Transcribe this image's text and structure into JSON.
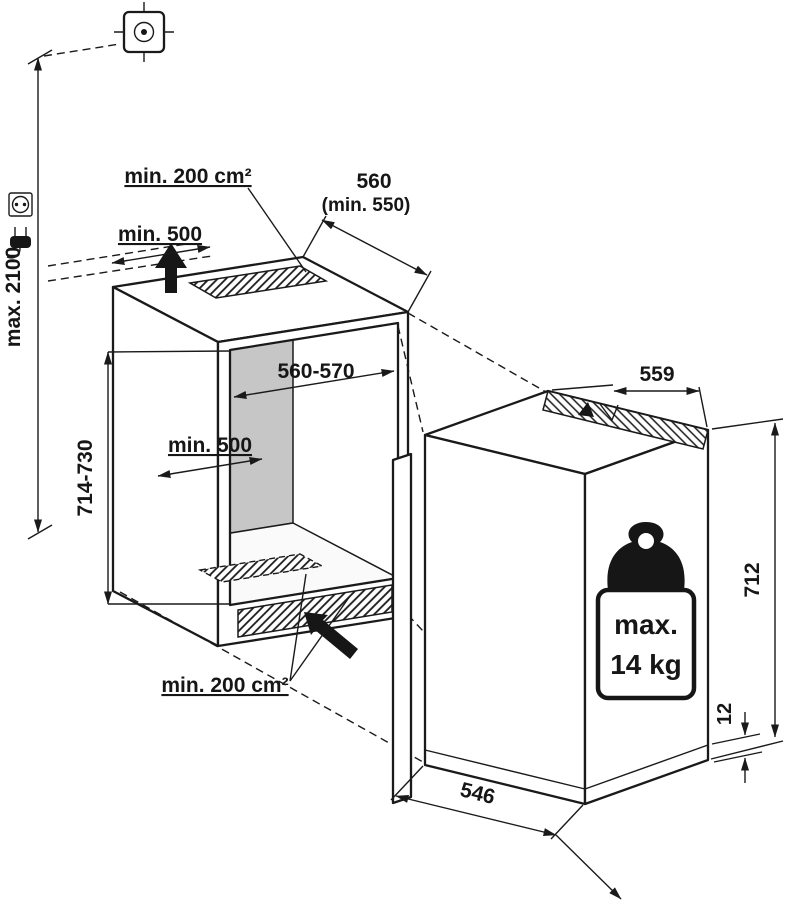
{
  "diagram_title": "Built-in refrigerator installation dimensions drawing",
  "labels": {
    "ventilation_top": "min. 200 cm²",
    "clearance_top": "min. 500",
    "niche_depth": "560",
    "niche_depth_min": "(min. 550)",
    "install_height": "max. 2100",
    "niche_width": "560-570",
    "clearance_inner": "min. 500",
    "niche_height": "714-730",
    "appliance_width": "559",
    "appliance_height": "712",
    "ventilation_bottom": "min. 200 cm²",
    "height_adjust": "12",
    "appliance_depth": "546",
    "weight_label": "max.",
    "weight_value": "14 kg"
  },
  "icons": {
    "ceiling_fixing": "crosshair-target-icon",
    "power_socket": "socket-icon",
    "power_plug": "plug-icon",
    "airflow_top": "arrow-up-icon",
    "airflow_bottom": "arrow-diagonal-icon",
    "max_weight": "kettlebell-weight-icon"
  },
  "colors": {
    "line": "#1a1a1a",
    "back_wall": "#c6c6c6",
    "side_wall": "#a8a8a8",
    "floor": "#fafafa",
    "ceiling": "#f0f0f0",
    "background": "#ffffff"
  }
}
